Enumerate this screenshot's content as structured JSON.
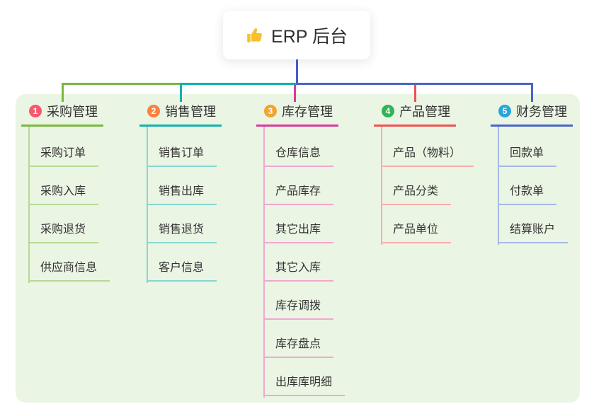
{
  "root": {
    "label": "ERP 后台",
    "icon": "thumbs-up-icon"
  },
  "colors": {
    "root_line": "#4a5cc8",
    "panel_bg": "#ebf5e4",
    "card_bg": "#ffffff",
    "text": "#333333",
    "badge_text": "#ffffff",
    "thumb": "#f6c12d"
  },
  "branches": [
    {
      "index": "1",
      "label": "采购管理",
      "badge_color": "#f7586d",
      "line_color": "#7ab83e",
      "child_line_color": "#b5d996",
      "children": [
        {
          "label": "采购订单"
        },
        {
          "label": "采购入库"
        },
        {
          "label": "采购退货"
        },
        {
          "label": "供应商信息"
        }
      ]
    },
    {
      "index": "2",
      "label": "销售管理",
      "badge_color": "#f8823e",
      "line_color": "#10b2ac",
      "child_line_color": "#86d7d0",
      "children": [
        {
          "label": "销售订单"
        },
        {
          "label": "销售出库"
        },
        {
          "label": "销售退货"
        },
        {
          "label": "客户信息"
        }
      ]
    },
    {
      "index": "3",
      "label": "库存管理",
      "badge_color": "#f1a42f",
      "line_color": "#da399e",
      "child_line_color": "#f2a6d0",
      "children": [
        {
          "label": "仓库信息"
        },
        {
          "label": "产品库存"
        },
        {
          "label": "其它出库"
        },
        {
          "label": "其它入库"
        },
        {
          "label": "库存调拨"
        },
        {
          "label": "库存盘点"
        },
        {
          "label": "出库库明细"
        }
      ]
    },
    {
      "index": "4",
      "label": "产品管理",
      "badge_color": "#30b457",
      "line_color": "#f15153",
      "child_line_color": "#f7aeab",
      "children": [
        {
          "label": "产品（物料）"
        },
        {
          "label": "产品分类"
        },
        {
          "label": "产品单位"
        }
      ]
    },
    {
      "index": "5",
      "label": "财务管理",
      "badge_color": "#2aa5db",
      "line_color": "#4a65c8",
      "child_line_color": "#a6b9e5",
      "children": [
        {
          "label": "回款单"
        },
        {
          "label": "付款单"
        },
        {
          "label": "结算账户"
        }
      ]
    }
  ]
}
